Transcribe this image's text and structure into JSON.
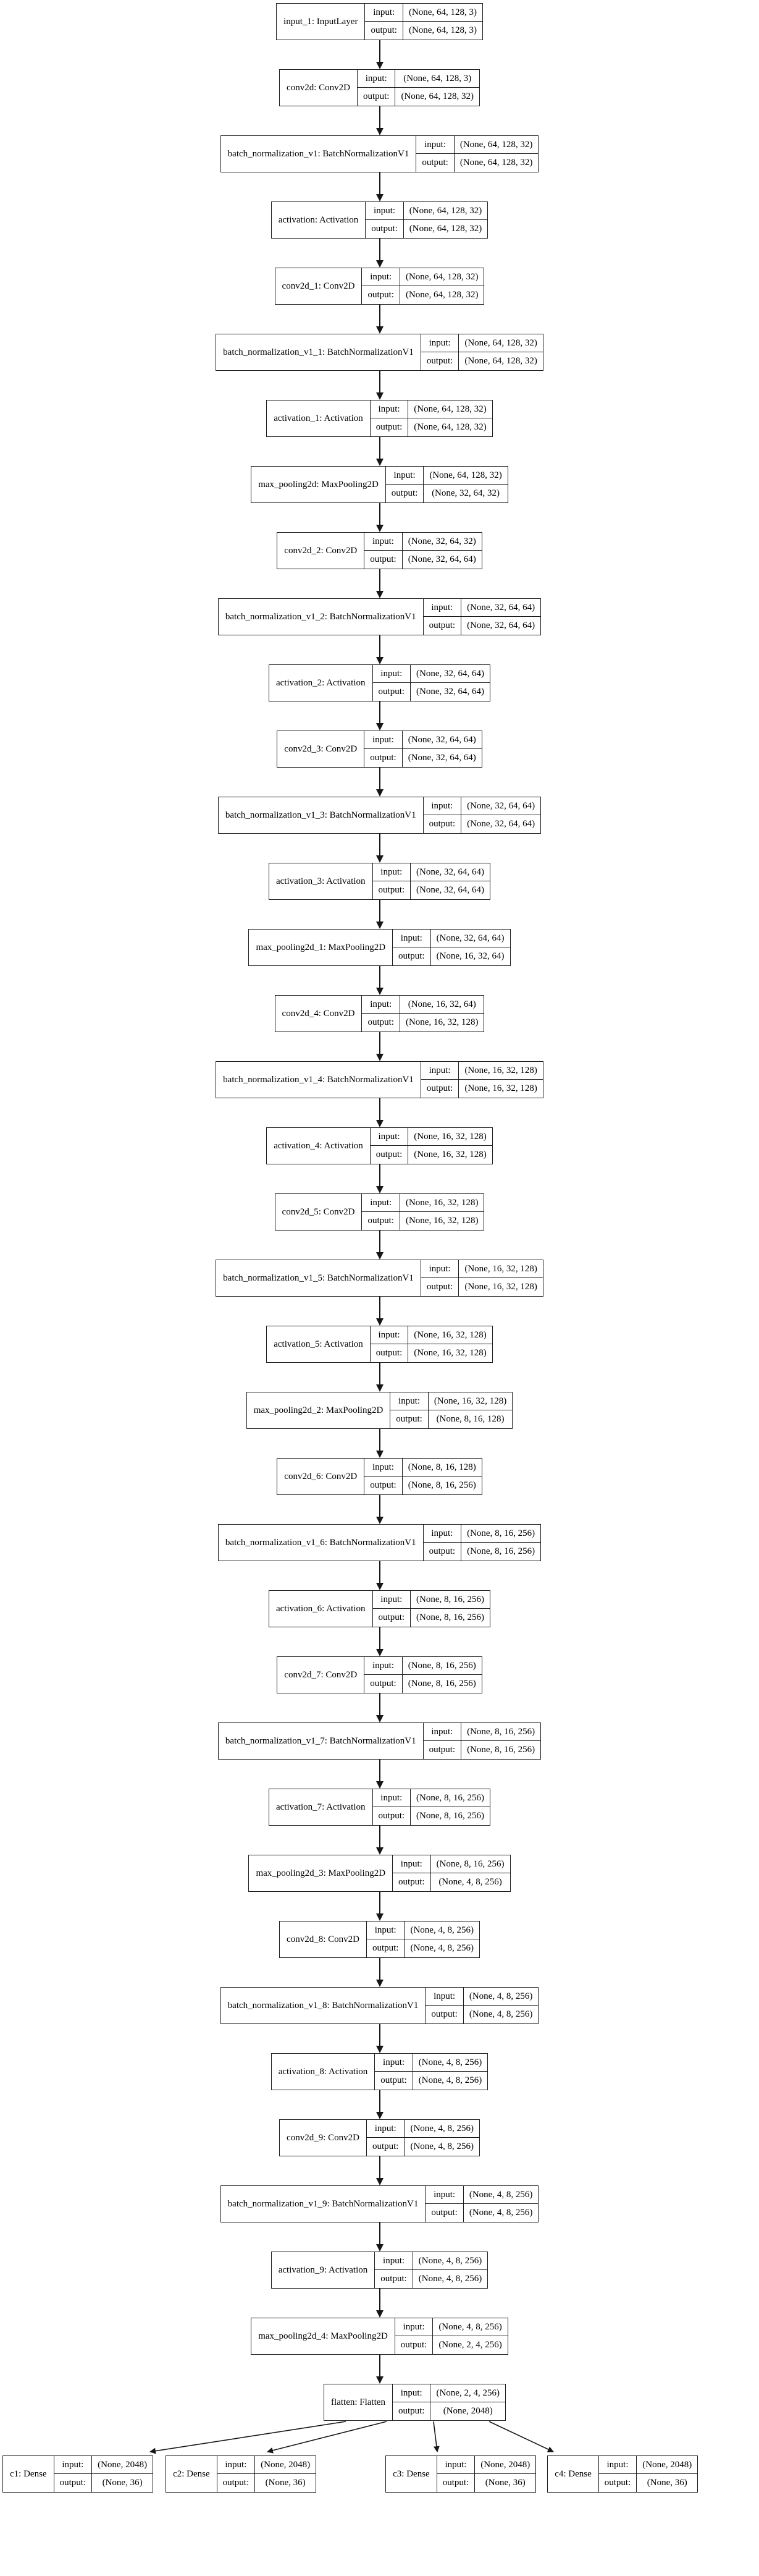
{
  "diagram": {
    "kind": "keras-model-architecture-graph",
    "colors": {
      "background": "#ffffff",
      "node_border": "#1c1c1c",
      "text": "#000000",
      "edge": "#161616"
    },
    "cell_labels": {
      "input": "input:",
      "output": "output:"
    },
    "nodes": [
      {
        "id": "input_1",
        "label": "input_1: InputLayer",
        "input": "(None, 64, 128, 3)",
        "output": "(None, 64, 128, 3)"
      },
      {
        "id": "conv2d",
        "label": "conv2d: Conv2D",
        "input": "(None, 64, 128, 3)",
        "output": "(None, 64, 128, 32)"
      },
      {
        "id": "batch_normalization_v1",
        "label": "batch_normalization_v1: BatchNormalizationV1",
        "input": "(None, 64, 128, 32)",
        "output": "(None, 64, 128, 32)"
      },
      {
        "id": "activation",
        "label": "activation: Activation",
        "input": "(None, 64, 128, 32)",
        "output": "(None, 64, 128, 32)"
      },
      {
        "id": "conv2d_1",
        "label": "conv2d_1: Conv2D",
        "input": "(None, 64, 128, 32)",
        "output": "(None, 64, 128, 32)"
      },
      {
        "id": "batch_normalization_v1_1",
        "label": "batch_normalization_v1_1: BatchNormalizationV1",
        "input": "(None, 64, 128, 32)",
        "output": "(None, 64, 128, 32)"
      },
      {
        "id": "activation_1",
        "label": "activation_1: Activation",
        "input": "(None, 64, 128, 32)",
        "output": "(None, 64, 128, 32)"
      },
      {
        "id": "max_pooling2d",
        "label": "max_pooling2d: MaxPooling2D",
        "input": "(None, 64, 128, 32)",
        "output": "(None, 32, 64, 32)"
      },
      {
        "id": "conv2d_2",
        "label": "conv2d_2: Conv2D",
        "input": "(None, 32, 64, 32)",
        "output": "(None, 32, 64, 64)"
      },
      {
        "id": "batch_normalization_v1_2",
        "label": "batch_normalization_v1_2: BatchNormalizationV1",
        "input": "(None, 32, 64, 64)",
        "output": "(None, 32, 64, 64)"
      },
      {
        "id": "activation_2",
        "label": "activation_2: Activation",
        "input": "(None, 32, 64, 64)",
        "output": "(None, 32, 64, 64)"
      },
      {
        "id": "conv2d_3",
        "label": "conv2d_3: Conv2D",
        "input": "(None, 32, 64, 64)",
        "output": "(None, 32, 64, 64)"
      },
      {
        "id": "batch_normalization_v1_3",
        "label": "batch_normalization_v1_3: BatchNormalizationV1",
        "input": "(None, 32, 64, 64)",
        "output": "(None, 32, 64, 64)"
      },
      {
        "id": "activation_3",
        "label": "activation_3: Activation",
        "input": "(None, 32, 64, 64)",
        "output": "(None, 32, 64, 64)"
      },
      {
        "id": "max_pooling2d_1",
        "label": "max_pooling2d_1: MaxPooling2D",
        "input": "(None, 32, 64, 64)",
        "output": "(None, 16, 32, 64)"
      },
      {
        "id": "conv2d_4",
        "label": "conv2d_4: Conv2D",
        "input": "(None, 16, 32, 64)",
        "output": "(None, 16, 32, 128)"
      },
      {
        "id": "batch_normalization_v1_4",
        "label": "batch_normalization_v1_4: BatchNormalizationV1",
        "input": "(None, 16, 32, 128)",
        "output": "(None, 16, 32, 128)"
      },
      {
        "id": "activation_4",
        "label": "activation_4: Activation",
        "input": "(None, 16, 32, 128)",
        "output": "(None, 16, 32, 128)"
      },
      {
        "id": "conv2d_5",
        "label": "conv2d_5: Conv2D",
        "input": "(None, 16, 32, 128)",
        "output": "(None, 16, 32, 128)"
      },
      {
        "id": "batch_normalization_v1_5",
        "label": "batch_normalization_v1_5: BatchNormalizationV1",
        "input": "(None, 16, 32, 128)",
        "output": "(None, 16, 32, 128)"
      },
      {
        "id": "activation_5",
        "label": "activation_5: Activation",
        "input": "(None, 16, 32, 128)",
        "output": "(None, 16, 32, 128)"
      },
      {
        "id": "max_pooling2d_2",
        "label": "max_pooling2d_2: MaxPooling2D",
        "input": "(None, 16, 32, 128)",
        "output": "(None, 8, 16, 128)"
      },
      {
        "id": "conv2d_6",
        "label": "conv2d_6: Conv2D",
        "input": "(None, 8, 16, 128)",
        "output": "(None, 8, 16, 256)"
      },
      {
        "id": "batch_normalization_v1_6",
        "label": "batch_normalization_v1_6: BatchNormalizationV1",
        "input": "(None, 8, 16, 256)",
        "output": "(None, 8, 16, 256)"
      },
      {
        "id": "activation_6",
        "label": "activation_6: Activation",
        "input": "(None, 8, 16, 256)",
        "output": "(None, 8, 16, 256)"
      },
      {
        "id": "conv2d_7",
        "label": "conv2d_7: Conv2D",
        "input": "(None, 8, 16, 256)",
        "output": "(None, 8, 16, 256)"
      },
      {
        "id": "batch_normalization_v1_7",
        "label": "batch_normalization_v1_7: BatchNormalizationV1",
        "input": "(None, 8, 16, 256)",
        "output": "(None, 8, 16, 256)"
      },
      {
        "id": "activation_7",
        "label": "activation_7: Activation",
        "input": "(None, 8, 16, 256)",
        "output": "(None, 8, 16, 256)"
      },
      {
        "id": "max_pooling2d_3",
        "label": "max_pooling2d_3: MaxPooling2D",
        "input": "(None, 8, 16, 256)",
        "output": "(None, 4, 8, 256)"
      },
      {
        "id": "conv2d_8",
        "label": "conv2d_8: Conv2D",
        "input": "(None, 4, 8, 256)",
        "output": "(None, 4, 8, 256)"
      },
      {
        "id": "batch_normalization_v1_8",
        "label": "batch_normalization_v1_8: BatchNormalizationV1",
        "input": "(None, 4, 8, 256)",
        "output": "(None, 4, 8, 256)"
      },
      {
        "id": "activation_8",
        "label": "activation_8: Activation",
        "input": "(None, 4, 8, 256)",
        "output": "(None, 4, 8, 256)"
      },
      {
        "id": "conv2d_9",
        "label": "conv2d_9: Conv2D",
        "input": "(None, 4, 8, 256)",
        "output": "(None, 4, 8, 256)"
      },
      {
        "id": "batch_normalization_v1_9",
        "label": "batch_normalization_v1_9: BatchNormalizationV1",
        "input": "(None, 4, 8, 256)",
        "output": "(None, 4, 8, 256)"
      },
      {
        "id": "activation_9",
        "label": "activation_9: Activation",
        "input": "(None, 4, 8, 256)",
        "output": "(None, 4, 8, 256)"
      },
      {
        "id": "max_pooling2d_4",
        "label": "max_pooling2d_4: MaxPooling2D",
        "input": "(None, 4, 8, 256)",
        "output": "(None, 2, 4, 256)"
      },
      {
        "id": "flatten",
        "label": "flatten: Flatten",
        "input": "(None, 2, 4, 256)",
        "output": "(None, 2048)"
      }
    ],
    "dense_nodes": [
      {
        "id": "c1",
        "label": "c1: Dense",
        "input": "(None, 2048)",
        "output": "(None, 36)"
      },
      {
        "id": "c2",
        "label": "c2: Dense",
        "input": "(None, 2048)",
        "output": "(None, 36)"
      },
      {
        "id": "c3",
        "label": "c3: Dense",
        "input": "(None, 2048)",
        "output": "(None, 36)"
      },
      {
        "id": "c4",
        "label": "c4: Dense",
        "input": "(None, 2048)",
        "output": "(None, 36)"
      }
    ]
  }
}
